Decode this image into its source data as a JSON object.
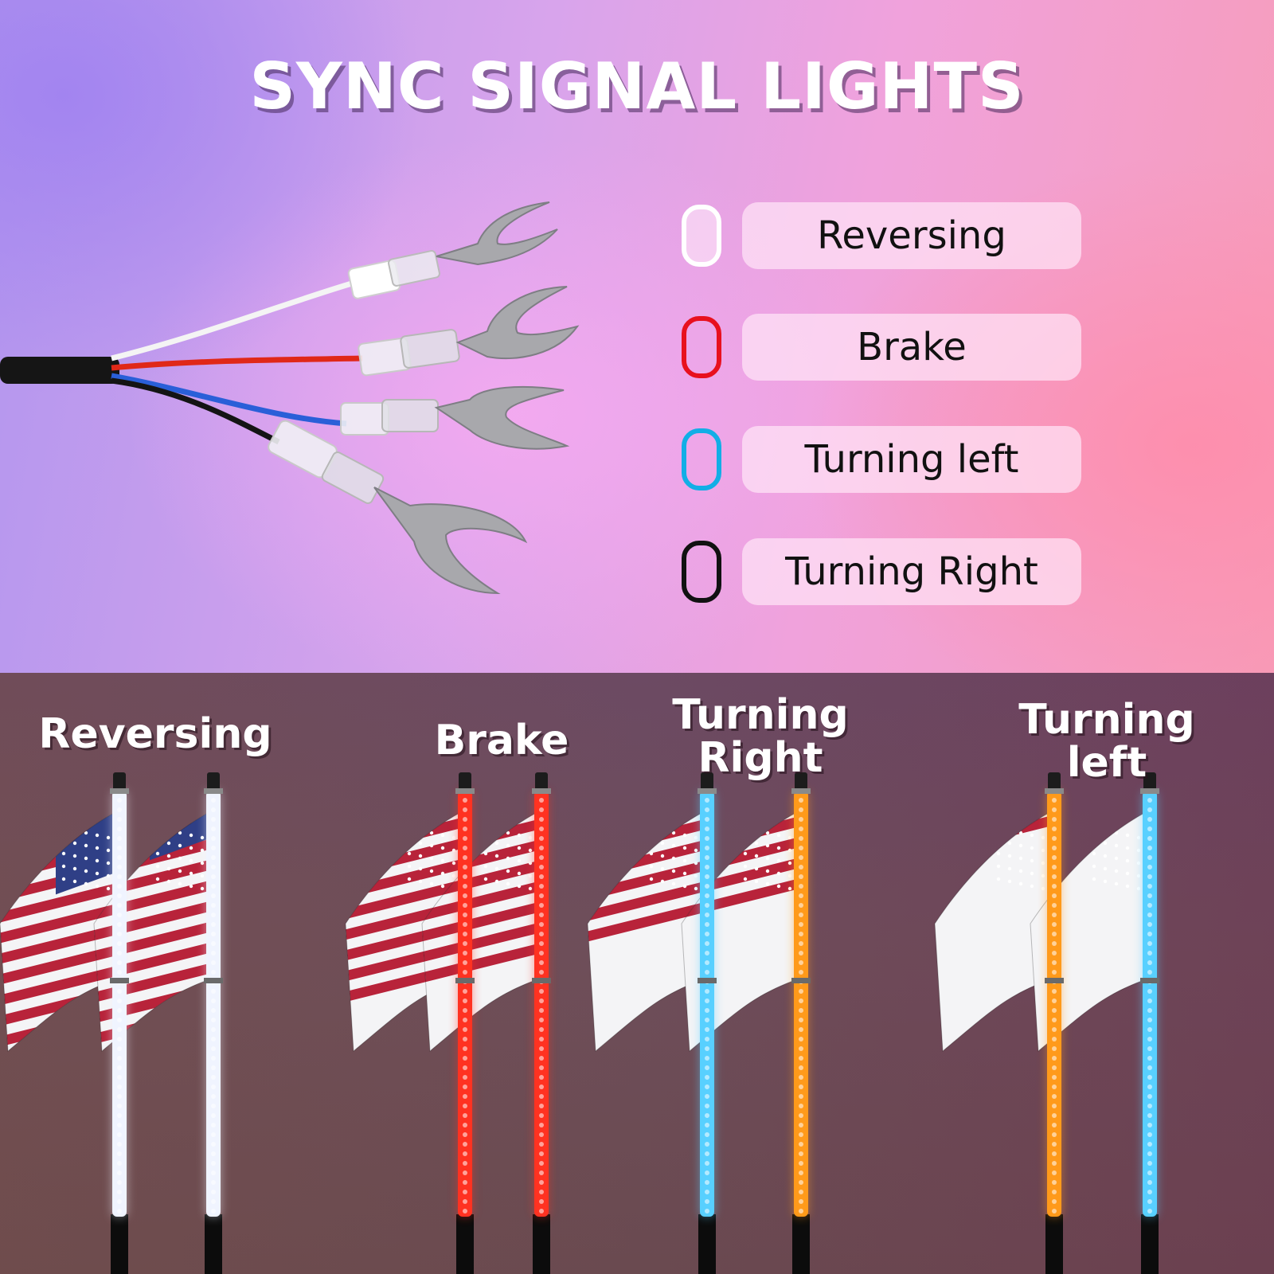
{
  "title": "SYNC SIGNAL LIGHTS",
  "legend": [
    {
      "label": "Reversing",
      "color": "#ffffff"
    },
    {
      "label": "Brake",
      "color": "#e8101e"
    },
    {
      "label": "Turning left",
      "color": "#12aee6"
    },
    {
      "label": "Turning Right",
      "color": "#111111"
    }
  ],
  "groups": [
    {
      "line1": "Reversing",
      "line2": "",
      "pole_colors": [
        "#f0f4ff",
        "#f0f4ff"
      ]
    },
    {
      "line1": "Brake",
      "line2": "",
      "pole_colors": [
        "#ff3322",
        "#ff3322"
      ]
    },
    {
      "line1": "Turning",
      "line2": "Right",
      "pole_colors": [
        "#58d0ff",
        "#ff9a1a"
      ]
    },
    {
      "line1": "Turning",
      "line2": "left",
      "pole_colors": [
        "#ff9a1a",
        "#58d0ff"
      ]
    }
  ],
  "wire_colors": {
    "white": "#f4f4f4",
    "red": "#e02818",
    "blue": "#2a5fd8",
    "black": "#141414"
  }
}
